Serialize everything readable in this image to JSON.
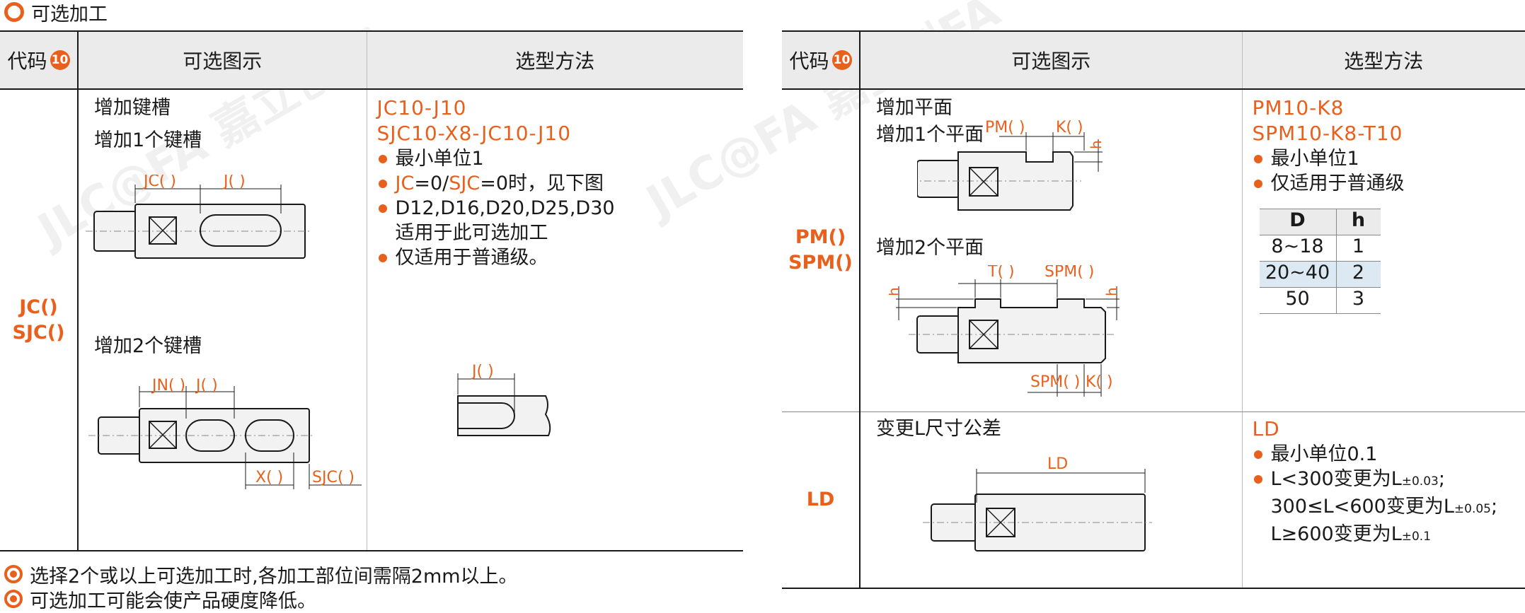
{
  "section_title": "可选加工",
  "headers": {
    "code": "代码",
    "code_badge": "10",
    "figure": "可选图示",
    "method": "选型方法"
  },
  "left_row": {
    "codes": [
      "JC()",
      "SJC()"
    ],
    "title1": "增加键槽",
    "title2": "增加1个键槽",
    "title3": "增加2个键槽",
    "fig_labels": {
      "jc": "JC( )",
      "j": "J( )",
      "jn": "JN( )",
      "j2": "J( )",
      "x": "X( )",
      "sjc": "SJC( )",
      "j3": "J( )"
    },
    "model1": "JC10-J10",
    "model2": "SJC10-X8-JC10-J10",
    "bullet1": "最小单位1",
    "bullet2_a": "JC",
    "bullet2_b": "=0/",
    "bullet2_c": "SJC",
    "bullet2_d": "=0时，见下图",
    "bullet3_a": "D12,D16,D20,D25,D30",
    "bullet3_b": "适用于此可选加工",
    "bullet4": "仅适用于普通级。"
  },
  "right_row1": {
    "codes": [
      "PM()",
      "SPM()"
    ],
    "title1": "增加平面",
    "title2": "增加1个平面",
    "title3": "增加2个平面",
    "fig_labels": {
      "pm": "PM( )",
      "k": "K( )",
      "h": "h",
      "t": "T( )",
      "spm": "SPM( )",
      "h2": "h",
      "h3": "h",
      "spm2": "SPM( )",
      "k2": "K( )"
    },
    "model1": "PM10-K8",
    "model2": "SPM10-K8-T10",
    "bullet1": "最小单位1",
    "bullet2": "仅适用于普通级",
    "dh_table": {
      "headers": [
        "D",
        "h"
      ],
      "rows": [
        [
          "8~18",
          "1"
        ],
        [
          "20~40",
          "2"
        ],
        [
          "50",
          "3"
        ]
      ]
    }
  },
  "right_row2": {
    "code": "LD",
    "title": "变更L尺寸公差",
    "fig_label": "LD",
    "model": "LD",
    "bullet1": "最小单位0.1",
    "b2_a": "L<300变更为L",
    "b2_sub": "±0.03",
    "b2_end": ";",
    "b3_a": "300≤L<600变更为L",
    "b3_sub": "±0.05",
    "b3_end": ";",
    "b4_a": "L≥600变更为L",
    "b4_sub": "±0.1"
  },
  "notes": [
    "选择2个或以上可选加工时,各加工部位间需隔2mm以上。",
    "可选加工可能会使产品硬度降低。"
  ],
  "watermark": "JLC@FA 嘉立创FA"
}
